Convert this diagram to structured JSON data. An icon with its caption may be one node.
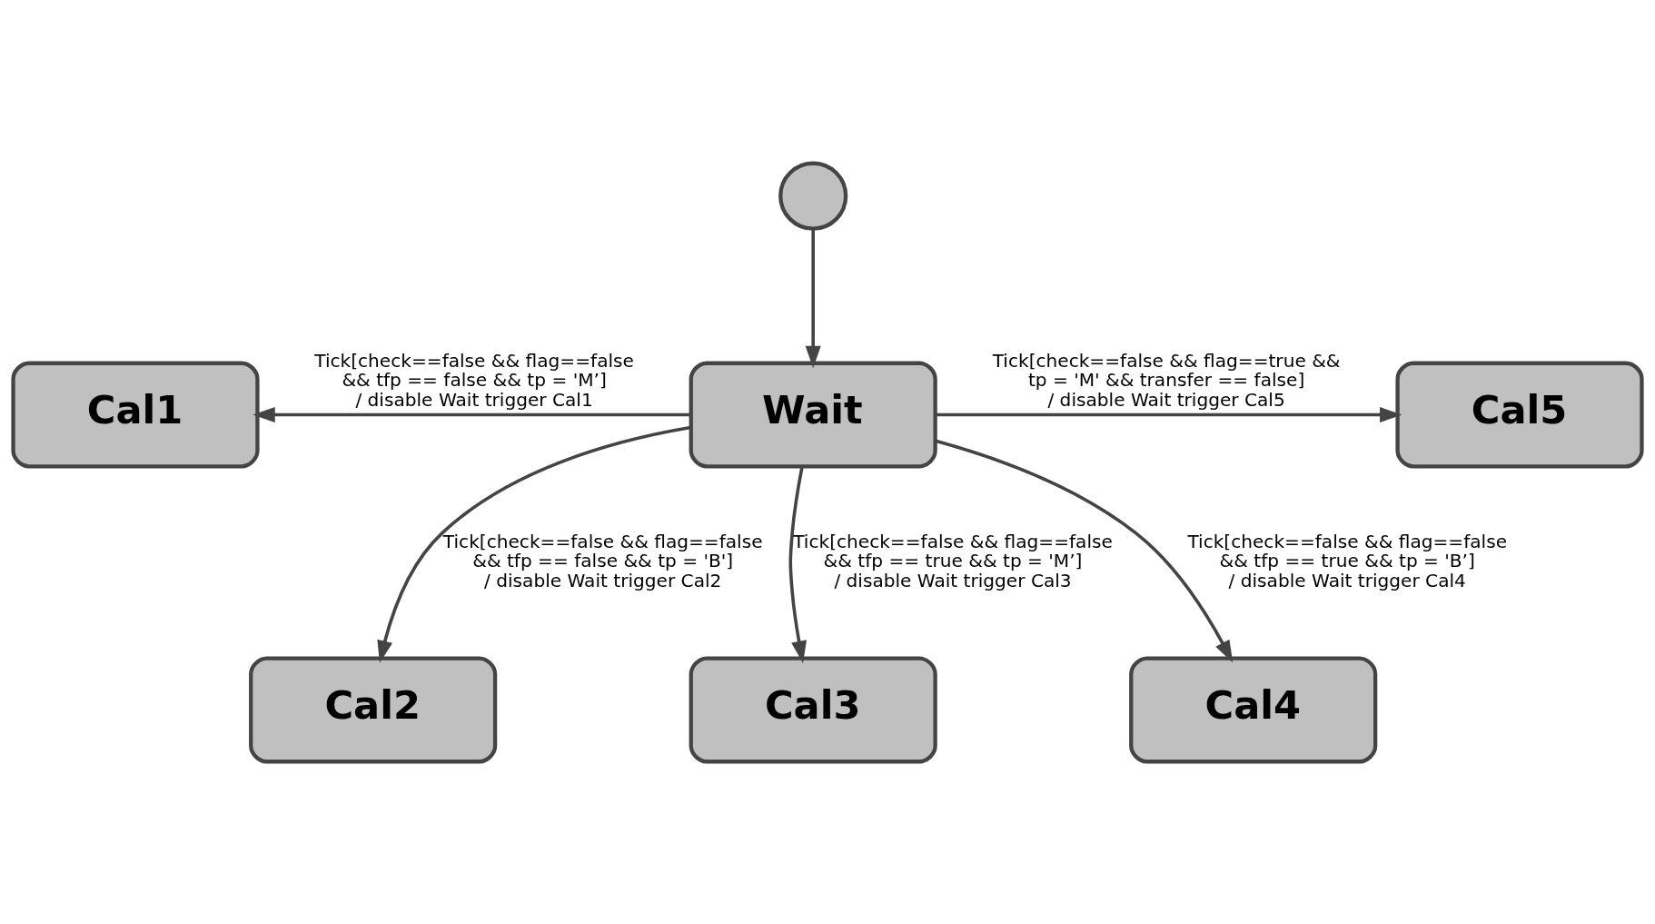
{
  "diagram": {
    "nodes": [
      {
        "text": [],
        "shape": "circle"
      },
      {
        "text": [
          "Wait"
        ]
      },
      {
        "text": [
          "Cal1"
        ]
      },
      {
        "text": [
          "Cal5"
        ]
      },
      {
        "text": [
          "Cal2"
        ]
      },
      {
        "text": [
          "Cal3"
        ]
      },
      {
        "text": [
          "Cal4"
        ]
      }
    ],
    "edges": [
      {
        "from": 0,
        "to": 1,
        "arrow": "to"
      },
      {
        "from": 1,
        "to": 2,
        "arrow": "to",
        "label": "Tick[check==false && flag==false && tfp == false && tp = 'M’] / disable Wait trigger Cal1"
      },
      {
        "from": 1,
        "to": 3,
        "arrow": "to",
        "label": "Tick[check==false && flag==true && tp = 'M' && transfer == false] / disable Wait trigger Cal5"
      },
      {
        "from": 1,
        "to": 4,
        "arrow": "to",
        "label": "Tick[check==false && flag==false && tfp == false && tp = 'B'] / disable Wait trigger Cal2"
      },
      {
        "from": 1,
        "to": 5,
        "arrow": "to",
        "label": "Tick[check==false && flag==false && tfp == true && tp = 'M’] / disable Wait trigger Cal3"
      },
      {
        "from": 1,
        "to": 6,
        "arrow": "to",
        "label": "Tick[check==false && flag==false && tfp == true && tp = 'B’] / disable Wait trigger Cal4"
      }
    ]
  }
}
